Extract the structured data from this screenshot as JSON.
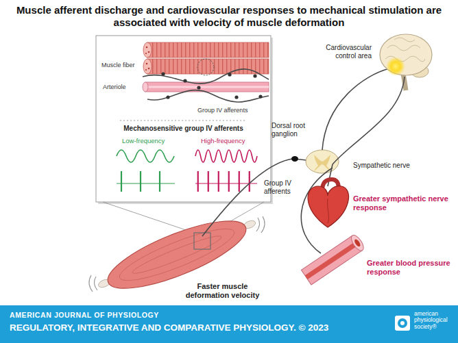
{
  "diagram": {
    "title": "Muscle afferent discharge and cardiovascular responses to mechanical stimulation are associated with velocity of muscle deformation",
    "nodes": [
      {
        "text": [
          "Muscle fiber",
          "Arteriole",
          "Group IV afferents",
          "Mechanosensitive group IV afferents",
          "Low-frequency",
          "High-frequency"
        ]
      },
      {
        "text": [
          "AMERICAN JOURNAL OF PHYSIOLOGY",
          "REGULATORY, INTEGRATIVE AND COMPARATIVE PHYSIOLOGY. © 2023",
          "american physiological society®"
        ]
      }
    ],
    "labels": [
      "Cardiovascular control area",
      "Dorsal root ganglion",
      "Sympathetic nerve",
      "Group IV afferents",
      "Greater sympathetic nerve response",
      "Greater blood pressure response",
      "Faster muscle deformation velocity"
    ]
  }
}
